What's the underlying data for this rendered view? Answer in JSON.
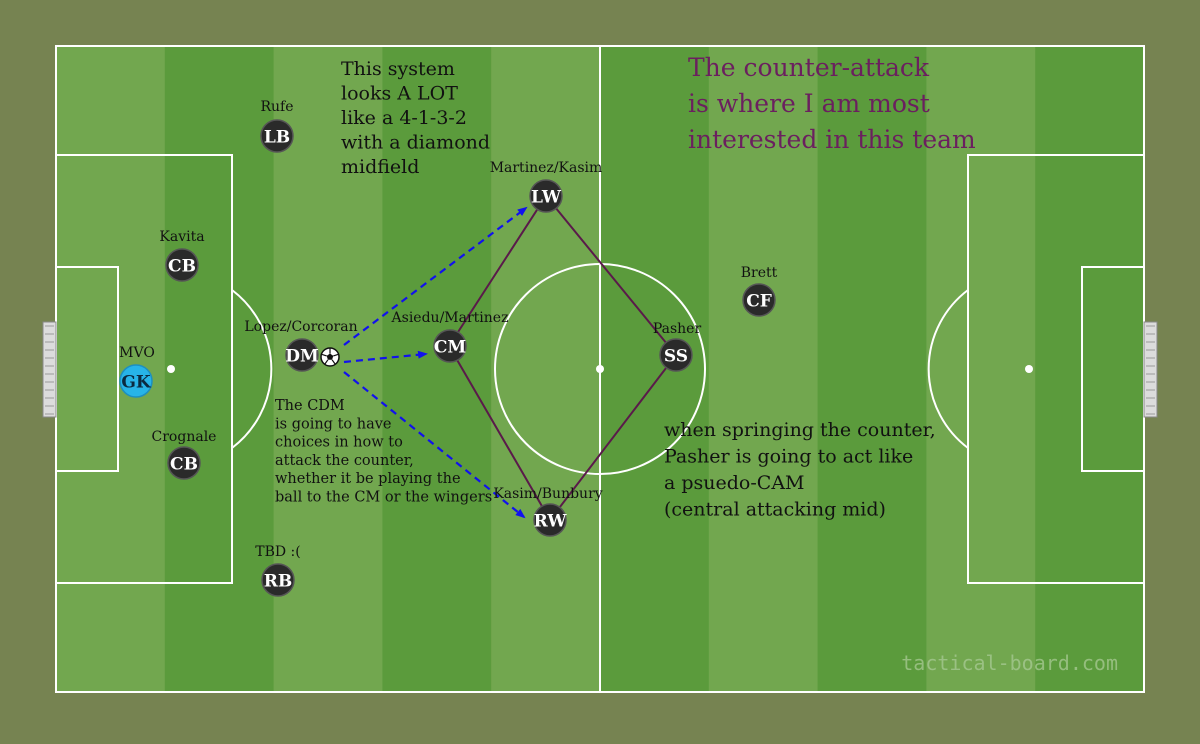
{
  "colors": {
    "background": "#768351",
    "stripe_light": "#72a74f",
    "stripe_dark": "#5b9b3c",
    "lines": "#ffffff",
    "player": "#2a2a2a",
    "player_outline": "#555555",
    "goalkeeper": "#27b4e8",
    "shape_line": "#5a1a4a",
    "arrow": "#1111ee",
    "note_purple": "#6b1f5f",
    "note_black": "#111111"
  },
  "players": [
    {
      "id": "gk",
      "role": "GK",
      "name": "MVO",
      "goalkeeper": true
    },
    {
      "id": "cb-top",
      "role": "CB",
      "name": "Kavita"
    },
    {
      "id": "cb-bottom",
      "role": "CB",
      "name": "Crognale"
    },
    {
      "id": "lb",
      "role": "LB",
      "name": "Rufe"
    },
    {
      "id": "rb",
      "role": "RB",
      "name": "TBD :("
    },
    {
      "id": "dm",
      "role": "DM",
      "name": "Lopez/Corcoran"
    },
    {
      "id": "cm",
      "role": "CM",
      "name": "Asiedu/Martinez"
    },
    {
      "id": "lw",
      "role": "LW",
      "name": "Martinez/Kasim"
    },
    {
      "id": "rw",
      "role": "RW",
      "name": "Kasim/Bunbury"
    },
    {
      "id": "ss",
      "role": "SS",
      "name": "Pasher"
    },
    {
      "id": "cf",
      "role": "CF",
      "name": "Brett"
    }
  ],
  "notes": {
    "system": [
      "This system",
      "looks A LOT",
      "like a 4-1-3-2",
      "with a diamond",
      "midfield"
    ],
    "counter": [
      "The counter-attack",
      "is where I am most",
      "interested in this team"
    ],
    "cdm": [
      "The CDM",
      "is going to have",
      "choices in how to",
      "attack the counter,",
      "whether it be playing the",
      "ball to the CM or the wingers"
    ],
    "pasher": [
      "when springing the counter,",
      "Pasher is going to act like",
      "a psuedo-CAM",
      "(central attacking mid)"
    ]
  },
  "ball_icon": "soccer-ball-icon",
  "watermark": "tactical-board.com"
}
